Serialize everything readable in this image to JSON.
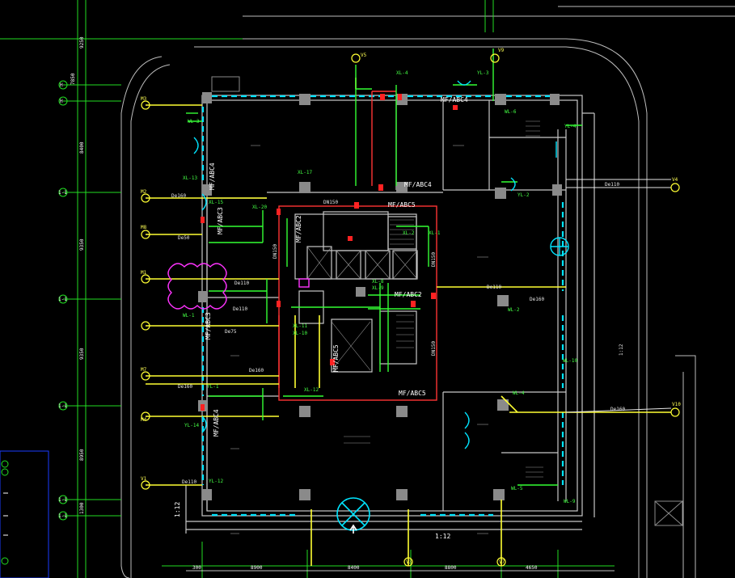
{
  "colors": {
    "background": "#000000",
    "wall": "#c8c8c8",
    "grid_axis": "#22dd22",
    "supply_pipe": "#ffff33",
    "drain_pipe": "#ff3333",
    "green_pipe": "#33ff33",
    "window": "#00e5ff",
    "magenta": "#ff33ff",
    "cyan_symbol": "#00e5ff",
    "dimension": "#ffffff",
    "frame": "#1a3cff"
  },
  "axis_labels_left": [
    "H",
    "H",
    "1-1",
    "1-1",
    "1-1",
    "1-1",
    "1-1"
  ],
  "axis_dims_left": [
    "9250",
    "7850",
    "8400",
    "9350",
    "9350",
    "8950",
    "1300"
  ],
  "bottom_dims": [
    "300",
    "8900",
    "8400",
    "8800",
    "4650"
  ],
  "bottom_axis": [
    "V3",
    "V7"
  ],
  "risers": {
    "m3": "M3",
    "m2": "M2",
    "m8": "M8",
    "m1": "M1",
    "m7": "M7",
    "m4": "M4",
    "v1": "V1",
    "v5": "V5",
    "v4": "V4",
    "v10": "V10",
    "v9": "V9"
  },
  "pipe_sizes": {
    "dn150": "DN150",
    "dn160": "De160",
    "dn110": "De110",
    "dn75": "De75",
    "dn50": "De50"
  },
  "equipment_tags": {
    "mf_abc4_a": "MF/ABC4",
    "mf_abc4_b": "MF/ABC4",
    "mf_abc4_c": "MF/ABC4",
    "mf_abc4_d": "MF/ABC4",
    "mf_abc5_a": "MF/ABC5",
    "mf_abc5_b": "MF/ABC5",
    "mf_abc5_c": "MF/ABC5",
    "mf_abc3": "MF/ABC3",
    "mf_abc2": "MF/ABC2"
  },
  "pipe_tags": {
    "xl4": "XL-4",
    "xl17": "XL-17",
    "xl20": "XL-20",
    "xl15": "XL-15",
    "xl13": "XL-13",
    "xl12": "XL-12",
    "xl11": "XL-11",
    "xl2": "XL-2",
    "xl1": "XL-1",
    "xl8": "XL-8",
    "xl9": "XL-9",
    "xl10": "XL-10",
    "wl1": "WL-1",
    "wl2": "WL-2",
    "wl3": "WL-3",
    "wl4": "WL-4",
    "wl5": "WL-5",
    "wl6": "WL-6",
    "wl9": "WL-9",
    "wl10": "WL-10",
    "yl1": "YL-1",
    "yl2": "YL-2",
    "yl3": "YL-3",
    "yl4": "YL-4",
    "yl12": "YL-12",
    "yl14": "YL-14"
  },
  "slope": "1:12"
}
